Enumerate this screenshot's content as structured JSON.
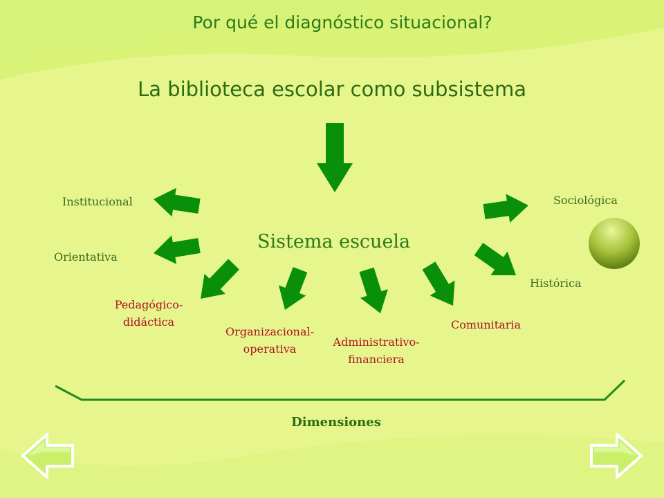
{
  "slide": {
    "heading": "Por qué el diagnóstico situacional?",
    "subtitle": "La biblioteca escolar como subsistema",
    "center_label": "Sistema escuela",
    "footer_label": "Dimensiones"
  },
  "dimensions": [
    {
      "id": "institucional",
      "lines": [
        "Institucional"
      ],
      "color": "#3c6a1e"
    },
    {
      "id": "orientativa",
      "lines": [
        "Orientativa"
      ],
      "color": "#3c6a1e"
    },
    {
      "id": "pedagogico",
      "lines": [
        "Pedagógico-",
        "didáctica"
      ],
      "color": "#b01020"
    },
    {
      "id": "organizacional",
      "lines": [
        "Organizacional-",
        "operativa"
      ],
      "color": "#b01020"
    },
    {
      "id": "administrativo",
      "lines": [
        "Administrativo-",
        "financiera"
      ],
      "color": "#b01020"
    },
    {
      "id": "comunitaria",
      "lines": [
        "Comunitaria"
      ],
      "color": "#b01020"
    },
    {
      "id": "historica",
      "lines": [
        "Histórica"
      ],
      "color": "#3c6a1e"
    },
    {
      "id": "sociologica",
      "lines": [
        "Sociológica"
      ],
      "color": "#3c6a1e"
    }
  ],
  "colors": {
    "arrow": "#0a8f0a",
    "background": "#e6f68c",
    "nav_fill": "#c8f06a",
    "bracket": "#1e8a1e"
  },
  "icons": {
    "prev": "arrow-left-icon",
    "next": "arrow-right-icon"
  }
}
